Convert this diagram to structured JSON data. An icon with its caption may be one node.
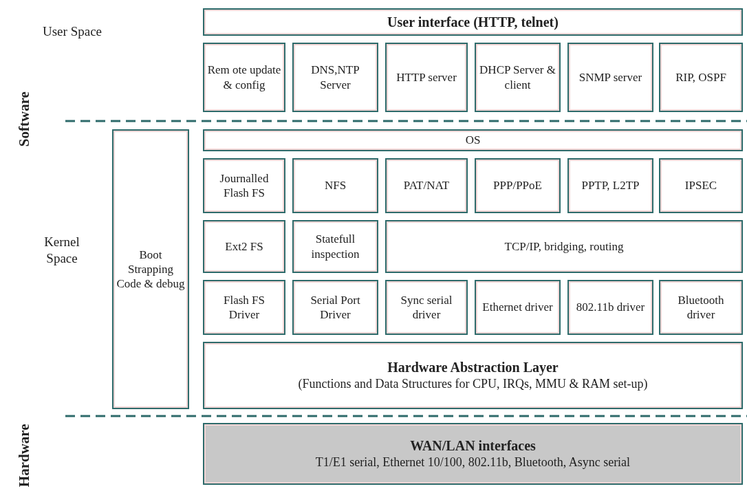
{
  "diagram": {
    "nodes": [
      {
        "text": [
          "User interface (HTTP, telnet)"
        ]
      },
      {
        "text": [
          "Rem ote update & config"
        ]
      },
      {
        "text": [
          "DNS,NTP Server"
        ]
      },
      {
        "text": [
          "HTTP server"
        ]
      },
      {
        "text": [
          "DHCP Server & client"
        ]
      },
      {
        "text": [
          "SNMP server"
        ]
      },
      {
        "text": [
          "RIP, OSPF"
        ]
      },
      {
        "text": [
          "Boot Strapping Code & debug"
        ]
      },
      {
        "text": [
          "OS"
        ]
      },
      {
        "text": [
          "Journalled Flash FS"
        ]
      },
      {
        "text": [
          "NFS"
        ]
      },
      {
        "text": [
          "PAT/NAT"
        ]
      },
      {
        "text": [
          "PPP/PPoE"
        ]
      },
      {
        "text": [
          "PPTP, L2TP"
        ]
      },
      {
        "text": [
          "IPSEC"
        ]
      },
      {
        "text": [
          "Ext2 FS"
        ]
      },
      {
        "text": [
          "Statefull inspection"
        ]
      },
      {
        "text": [
          "TCP/IP, bridging, routing"
        ]
      },
      {
        "text": [
          "Flash FS Driver"
        ]
      },
      {
        "text": [
          "Serial Port Driver"
        ]
      },
      {
        "text": [
          "Sync serial driver"
        ]
      },
      {
        "text": [
          "Ethernet driver"
        ]
      },
      {
        "text": [
          "802.11b driver"
        ]
      },
      {
        "text": [
          "Bluetooth driver"
        ]
      },
      {
        "text": [
          "Hardware Abstraction Layer",
          "(Functions and Data Structures for CPU, IRQs, MMU & RAM set-up)"
        ]
      },
      {
        "text": [
          "WAN/LAN interfaces",
          "T1/E1 serial, Ethernet 10/100, 802.11b, Bluetooth, Async serial"
        ]
      }
    ],
    "labels": [
      "User Space",
      "Software",
      "Kernel Space",
      "Hardware"
    ]
  }
}
